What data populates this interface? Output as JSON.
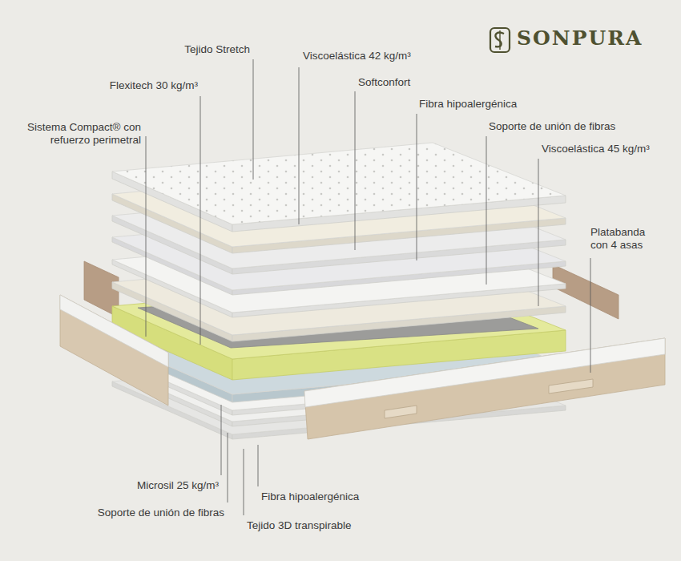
{
  "diagram": {
    "labels": [
      "Tejido Stretch",
      "Viscoelástica 42 kg/m³",
      "Flexitech 30 kg/m³",
      "Softconfort",
      "Fibra hipoalergénica",
      "Sistema Compact® con refuerzo perimetral",
      "Soporte de unión de fibras",
      "Viscoelástica 45 kg/m³",
      "Platabanda con 4 asas",
      "Microsil 25 kg/m³",
      "Fibra hipoalergénica",
      "Soporte de unión de fibras",
      "Tejido 3D transpirable",
      "SONPURA"
    ]
  }
}
